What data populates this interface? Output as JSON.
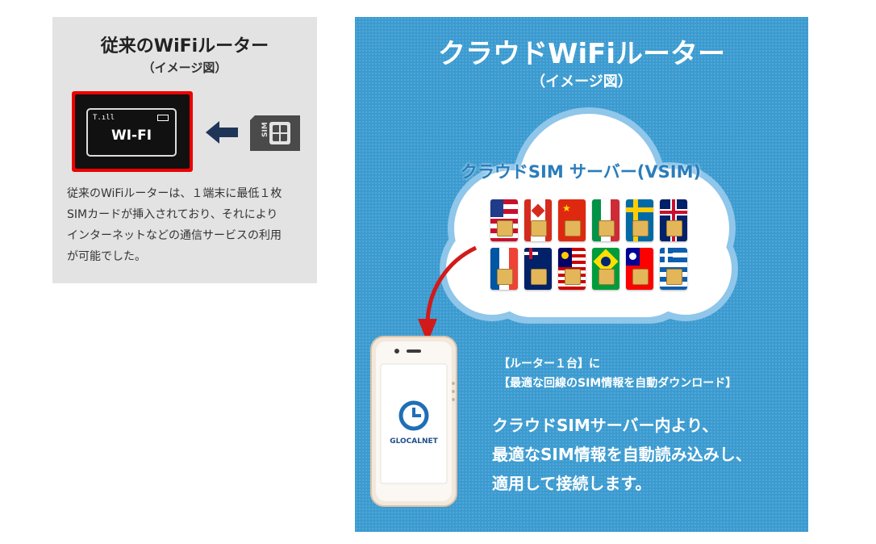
{
  "left": {
    "title": "従来のWiFiルーター",
    "subtitle": "（イメージ図）",
    "router_text": "WI-FI",
    "router_signal": "T.ıll",
    "sim_label": "SIM",
    "description_lines": [
      "従来のWiFiルーターは、１端末に最低１枚",
      "SIMカードが挿入されており、それにより",
      "インターネットなどの通信サービスの利用",
      "が可能でした。"
    ]
  },
  "right": {
    "title": "クラウドWiFiルーター",
    "subtitle": "（イメージ図）",
    "cloud_label": "クラウドSIM サーバー(VSIM)",
    "phone_brand": "GLOCALNET",
    "download_lines": [
      "【ルーター１台】に",
      "【最適な回線のSIM情報を自動ダウンロード】"
    ],
    "main_lines": [
      "クラウドSIMサーバー内より、",
      "最適なSIM情報を自動読み込みし、",
      "適用して接続します。"
    ],
    "flags": [
      "usa-flag",
      "canada-flag",
      "china-flag",
      "italy-flag",
      "sweden-flag",
      "uk-flag",
      "france-flag",
      "australia-flag",
      "malaysia-flag",
      "brazil-flag",
      "taiwan-flag",
      "greece-flag"
    ]
  },
  "colors": {
    "panel_blue": "#3b9bd0",
    "panel_gray": "#e3e3e3",
    "router_red": "#ee0000",
    "arrow_navy": "#1f3558",
    "arrow_red": "#d11a1a"
  }
}
